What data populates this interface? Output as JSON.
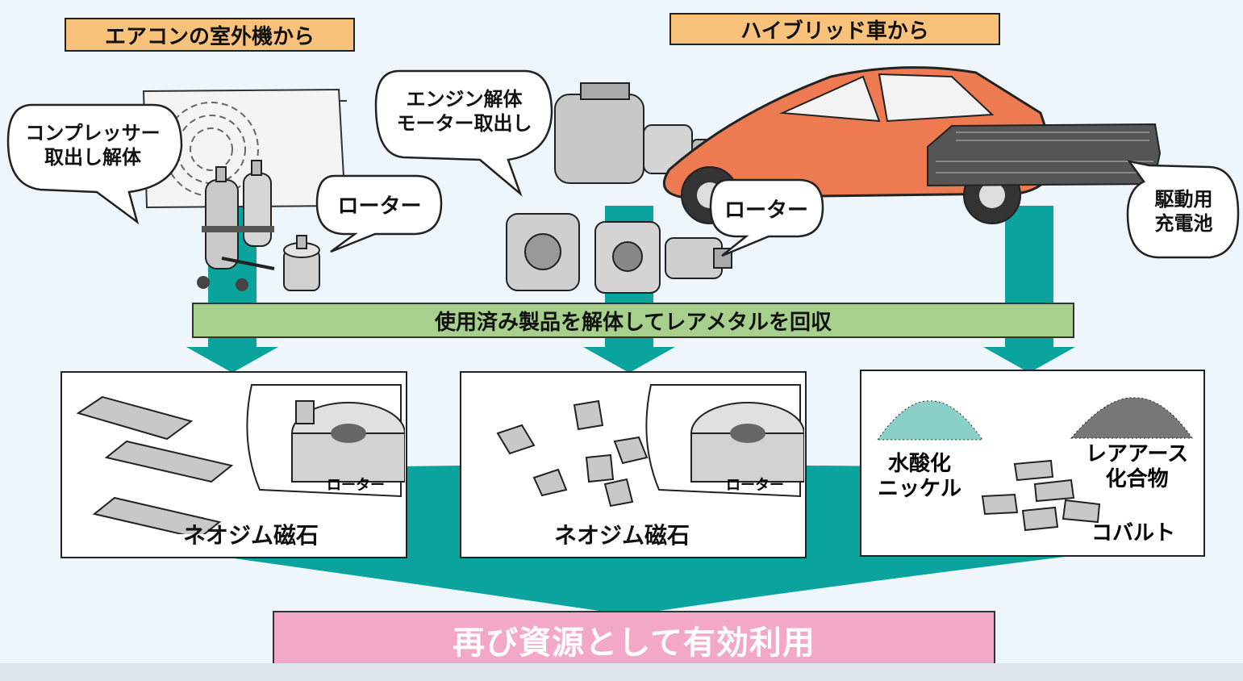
{
  "sources": {
    "aircon_label": "エアコンの室外機から",
    "hybrid_label": "ハイブリッド車から"
  },
  "bubbles": {
    "compressor": [
      "コンプレッサー",
      "取出し解体"
    ],
    "rotor_left": "ローター",
    "engine": [
      "エンジン解体",
      "モーター取出し"
    ],
    "rotor_mid": "ローター",
    "battery": [
      "駆動用",
      "充電池"
    ]
  },
  "process_bar": "使用済み製品を解体してレアメタルを回収",
  "panels": {
    "left": {
      "label": "ネオジム磁石",
      "rotor_tag": "ローター"
    },
    "middle": {
      "label": "ネオジム磁石",
      "rotor_tag": "ローター"
    },
    "right": {
      "nickel": [
        "水酸化",
        "ニッケル"
      ],
      "rare_earth": [
        "レアアース",
        "化合物"
      ],
      "cobalt": "コバルト"
    }
  },
  "result_bar": "再び資源として有効利用",
  "colors": {
    "teal": "#0aa39e",
    "green": "#a8d08d",
    "pink": "#f3a8c8",
    "label_orange": "#f8c27a",
    "car_orange": "#ee7a52"
  }
}
